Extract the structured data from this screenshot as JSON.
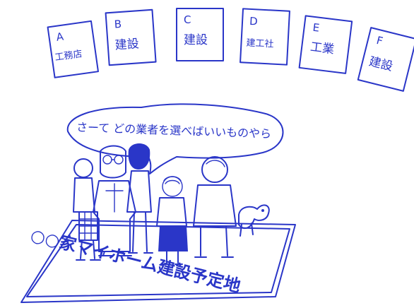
{
  "cards": [
    {
      "letter": "A",
      "name": "工務店"
    },
    {
      "letter": "B",
      "name": "建設"
    },
    {
      "letter": "C",
      "name": "建設"
    },
    {
      "letter": "D",
      "name": "建工社"
    },
    {
      "letter": "E",
      "name": "工業"
    },
    {
      "letter": "F",
      "name": "建設"
    }
  ],
  "speech_bubble": {
    "text": "さーて どの業者を選べばいいものやら"
  },
  "site_sign": {
    "text": "○○家マイホーム建設予定地"
  },
  "ink_color": "#2a36c8"
}
